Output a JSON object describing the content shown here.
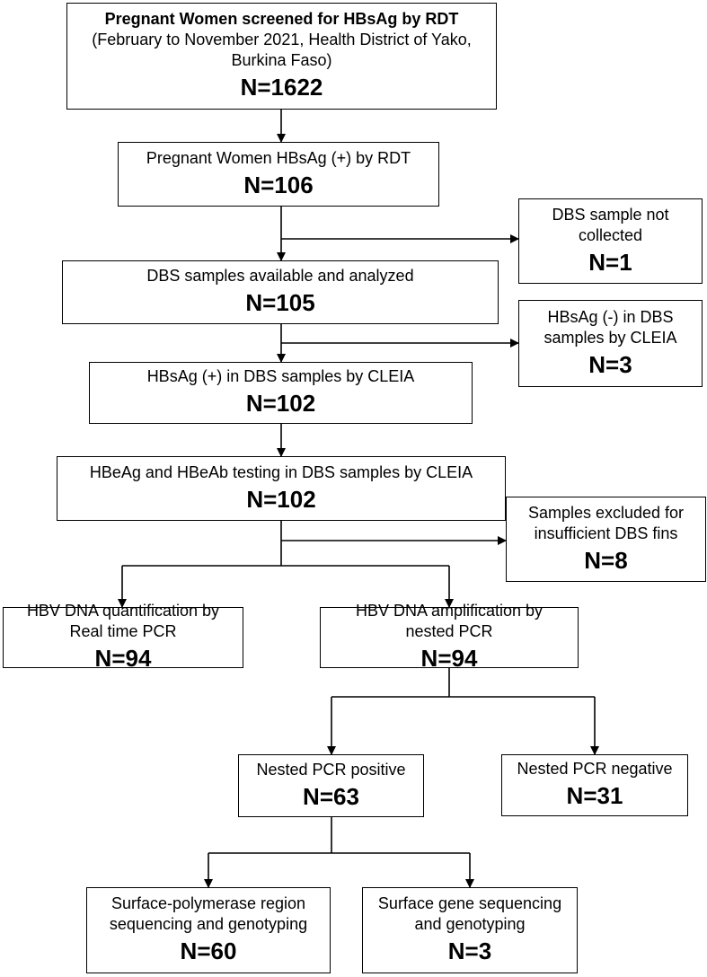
{
  "boxes": {
    "screened": {
      "title": "Pregnant Women screened for HBsAg by RDT",
      "subtitle": "(February to November 2021, Health District of Yako, Burkina Faso)",
      "count": "N=1622"
    },
    "hbsag_rdt_pos": {
      "label": "Pregnant Women HBsAg (+) by RDT",
      "count": "N=106"
    },
    "dbs_not_collected": {
      "label": "DBS sample not collected",
      "count": "N=1"
    },
    "dbs_available": {
      "label": "DBS samples available and analyzed",
      "count": "N=105"
    },
    "hbsag_dbs_neg": {
      "label": "HBsAg (-) in DBS samples by CLEIA",
      "count": "N=3"
    },
    "hbsag_dbs_pos": {
      "label": "HBsAg (+) in DBS samples by CLEIA",
      "count": "N=102"
    },
    "hbeag_testing": {
      "label": "HBeAg and HBeAb testing in DBS samples by CLEIA",
      "count": "N=102"
    },
    "excluded": {
      "label": "Samples excluded for insufficient DBS fins",
      "count": "N=8"
    },
    "quantification": {
      "label": "HBV DNA quantification by Real time PCR",
      "count": "N=94"
    },
    "amplification": {
      "label": "HBV DNA amplification by nested PCR",
      "count": "N=94"
    },
    "nested_pos": {
      "label": "Nested PCR positive",
      "count": "N=63"
    },
    "nested_neg": {
      "label": "Nested PCR negative",
      "count": "N=31"
    },
    "surface_polymerase": {
      "label": "Surface-polymerase region sequencing and genotyping",
      "count": "N=60"
    },
    "surface_gene": {
      "label": "Surface gene sequencing and genotyping",
      "count": "N=3"
    }
  }
}
